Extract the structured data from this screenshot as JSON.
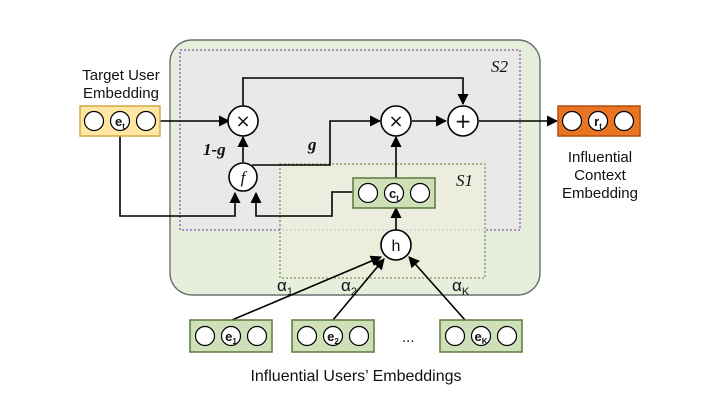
{
  "regions": {
    "s2": "S2",
    "s1": "S1"
  },
  "labels": {
    "target_user_line1": "Target User",
    "target_user_line2": "Embedding",
    "influential_context_line1": "Influential",
    "influential_context_line2": "Context",
    "influential_context_line3": "Embedding",
    "influential_users": "Influential Users’ Embeddings",
    "one_minus_g": "1-g",
    "g": "g",
    "ellipsis": "..."
  },
  "nodes": {
    "multiply": "×",
    "add": "+",
    "f": "f",
    "h": "h"
  },
  "vectors": {
    "e_t": {
      "base": "e",
      "sub": "t"
    },
    "c_t": {
      "base": "c",
      "sub": "t"
    },
    "r_t": {
      "base": "r",
      "sub": "t"
    },
    "e_1": {
      "base": "e",
      "sub": "1"
    },
    "e_2": {
      "base": "e",
      "sub": "2"
    },
    "e_K": {
      "base": "e",
      "sub": "K"
    }
  },
  "alphas": {
    "a1": {
      "base": "α",
      "sub": "1"
    },
    "a2": {
      "base": "α",
      "sub": "2"
    },
    "aK": {
      "base": "α",
      "sub": "K"
    }
  },
  "colors": {
    "outer_panel": "#e6eedc",
    "outer_border": "#6f6f6f",
    "s2_fill": "#e9e9ea",
    "s2_border": "#8a56b8",
    "s1_fill": "#eeeedc",
    "s1_border": "#8c8c5a",
    "target_fill": "#ffe7a3",
    "target_border": "#d4a843",
    "context_fill": "#e87424",
    "context_border": "#b24f10",
    "green_fill": "#cfe0b9",
    "green_border": "#5a7a3a"
  }
}
